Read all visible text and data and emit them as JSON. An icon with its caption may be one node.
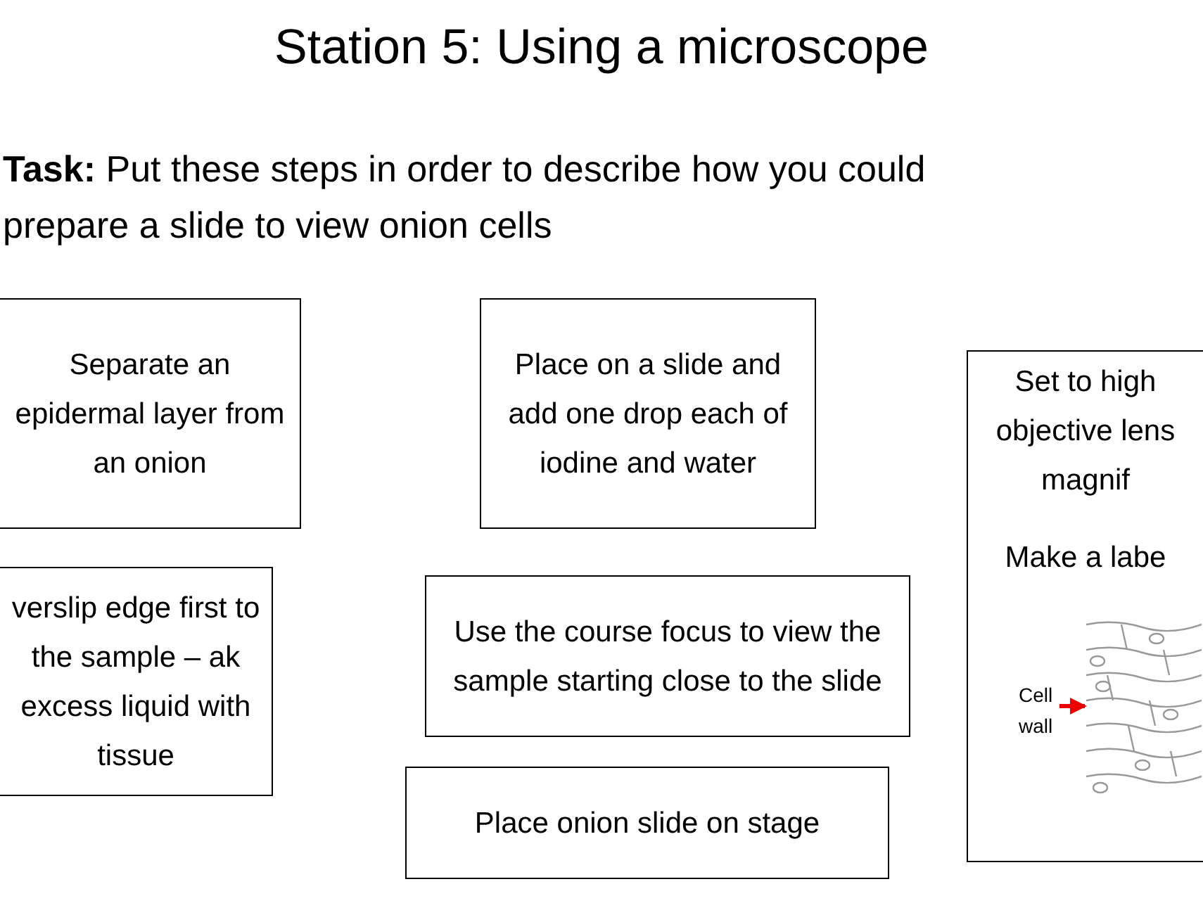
{
  "diagram": {
    "title": "Station 5: Using a microscope",
    "nodes": [
      {
        "text": [
          "Separate an epidermal layer from an onion"
        ]
      },
      {
        "text": [
          "verslip edge first to the sample – ak excess liquid with tissue"
        ]
      },
      {
        "text": [
          "Place on a slide and add one drop each of iodine and water"
        ]
      },
      {
        "text": [
          "Use the course focus to view the sample starting close to the slide"
        ]
      },
      {
        "text": [
          "Place onion slide on stage"
        ]
      },
      {
        "text": [
          "Set to high objective lens magnif",
          "Make a labe"
        ]
      },
      {
        "text": [
          "Cell wall"
        ],
        "in": 5
      },
      {
        "text": [],
        "shape": "picture",
        "in": 5
      }
    ],
    "edges": [
      {
        "from": 6,
        "to": 7,
        "arrow": "to"
      }
    ],
    "labels": [
      "**Task:** Put these steps in order to describe how you could prepare a slide to view onion cells"
    ]
  }
}
